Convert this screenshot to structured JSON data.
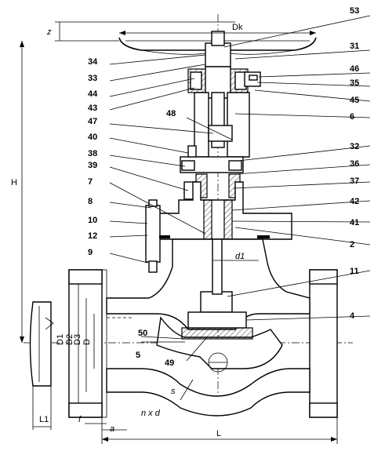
{
  "title": "",
  "callouts_left": [
    "34",
    "33",
    "44",
    "43",
    "47",
    "40",
    "38",
    "39",
    "7",
    "8",
    "10",
    "12",
    "9",
    "50",
    "5"
  ],
  "callouts_right": [
    "53",
    "31",
    "46",
    "35",
    "45",
    "6",
    "32",
    "36",
    "37",
    "42",
    "41",
    "2",
    "11",
    "4"
  ],
  "callouts_inner": [
    "48",
    "49"
  ],
  "dimensions": {
    "z": "z",
    "dk": "Dk",
    "h": "H",
    "d1": "D1",
    "d2": "D2",
    "d3": "D3",
    "d": "D",
    "d_small": "d1",
    "l": "L",
    "l1": "L1",
    "f": "f",
    "a": "a",
    "s": "s",
    "nxd": "n x d"
  }
}
